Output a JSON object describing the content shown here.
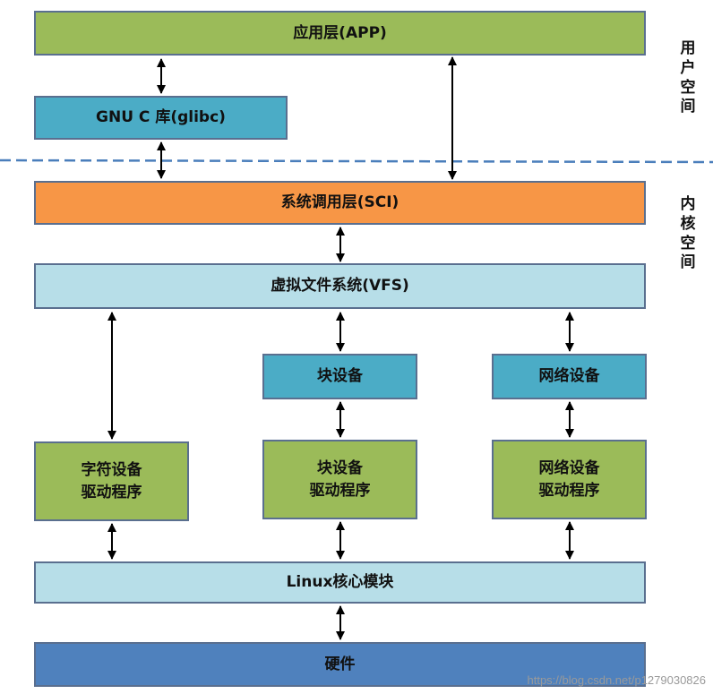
{
  "layers": {
    "app": "应用层(APP)",
    "glibc": "GNU C 库(glibc)",
    "sci": "系统调用层(SCI)",
    "vfs": "虚拟文件系统(VFS)",
    "block_device": "块设备",
    "network_device": "网络设备",
    "char_driver": [
      "字符设备",
      "驱动程序"
    ],
    "block_driver": [
      "块设备",
      "驱动程序"
    ],
    "network_driver": [
      "网络设备",
      "驱动程序"
    ],
    "linux_core": "Linux核心模块",
    "hardware": "硬件"
  },
  "regions": {
    "user_space": [
      "用",
      "户",
      "空",
      "间"
    ],
    "kernel_space": [
      "内",
      "核",
      "空",
      "间"
    ]
  },
  "colors": {
    "green": "#9bbb59",
    "teal": "#4bacc6",
    "orange": "#f79646",
    "light_blue": "#b7dee8",
    "navy": "#4f81bd",
    "divider": "#4a7ebb"
  },
  "watermark": "https://blog.csdn.net/p1279030826"
}
